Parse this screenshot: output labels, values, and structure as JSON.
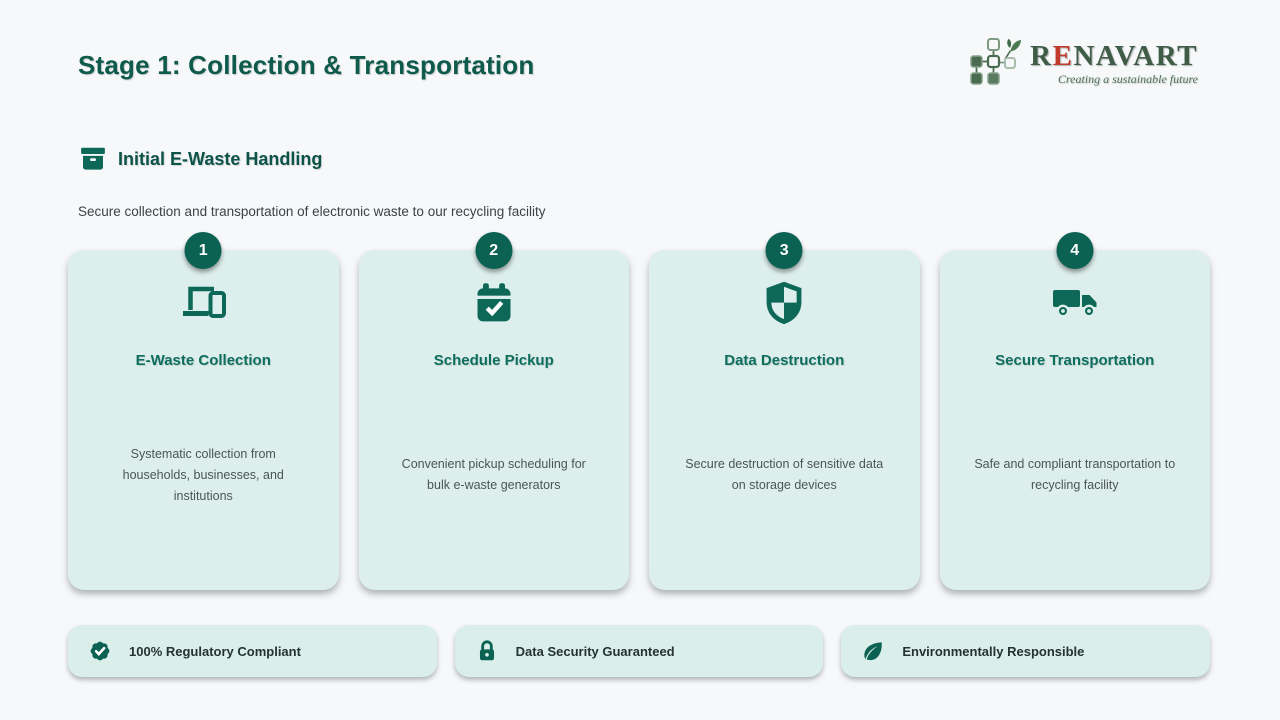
{
  "page": {
    "title": "Stage 1: Collection & Transportation"
  },
  "logo": {
    "name_prefix": "R",
    "name_accent": "E",
    "name_suffix": "NAVART",
    "tagline": "Creating a sustainable future"
  },
  "section": {
    "icon": "archive-box-icon",
    "title": "Initial E-Waste Handling",
    "subtitle": "Secure collection and transportation of electronic waste to our recycling facility"
  },
  "steps": [
    {
      "number": "1",
      "icon": "devices-icon",
      "title": "E-Waste Collection",
      "description": "Systematic collection from households, businesses, and institutions"
    },
    {
      "number": "2",
      "icon": "calendar-check-icon",
      "title": "Schedule Pickup",
      "description": "Convenient pickup scheduling for bulk e-waste generators"
    },
    {
      "number": "3",
      "icon": "shield-icon",
      "title": "Data Destruction",
      "description": "Secure destruction of sensitive data on storage devices"
    },
    {
      "number": "4",
      "icon": "truck-icon",
      "title": "Secure Transportation",
      "description": "Safe and compliant transportation to recycling facility"
    }
  ],
  "badges": [
    {
      "icon": "seal-check-icon",
      "label": "100% Regulatory Compliant"
    },
    {
      "icon": "lock-icon",
      "label": "Data Security Guaranteed"
    },
    {
      "icon": "leaf-icon",
      "label": "Environmentally Responsible"
    }
  ],
  "colors": {
    "accent_teal": "#0d6857",
    "heading_teal": "#0e5a4b",
    "card_background": "#ddefec",
    "page_background": "#f7f8fa",
    "logo_green": "#3e5c46",
    "logo_red": "#c23a2c",
    "badge_circle": "#0b6152"
  }
}
